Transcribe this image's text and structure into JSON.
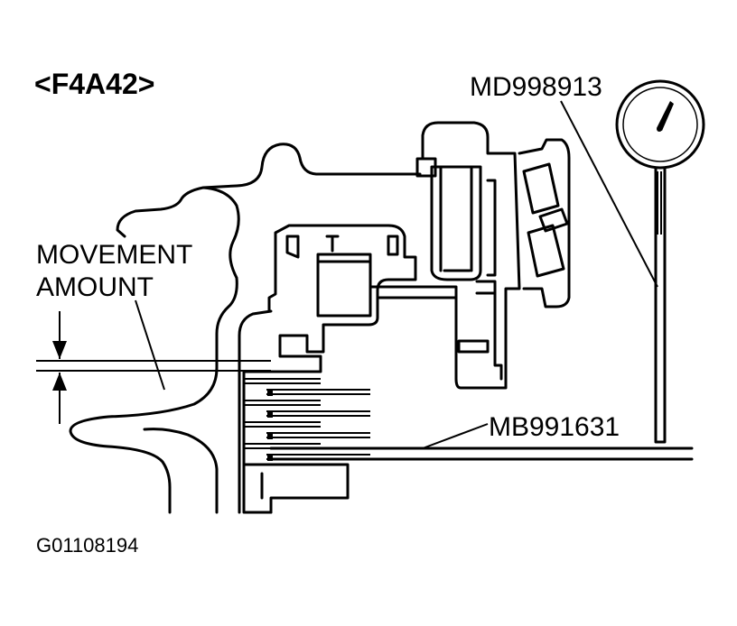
{
  "variant_label": "<F4A42>",
  "labels": {
    "dial_gauge_tool": "MD998913",
    "movement_label_line1": "MOVEMENT",
    "movement_label_line2": "AMOUNT",
    "special_tool": "MB991631"
  },
  "figure_id": "G01108194"
}
